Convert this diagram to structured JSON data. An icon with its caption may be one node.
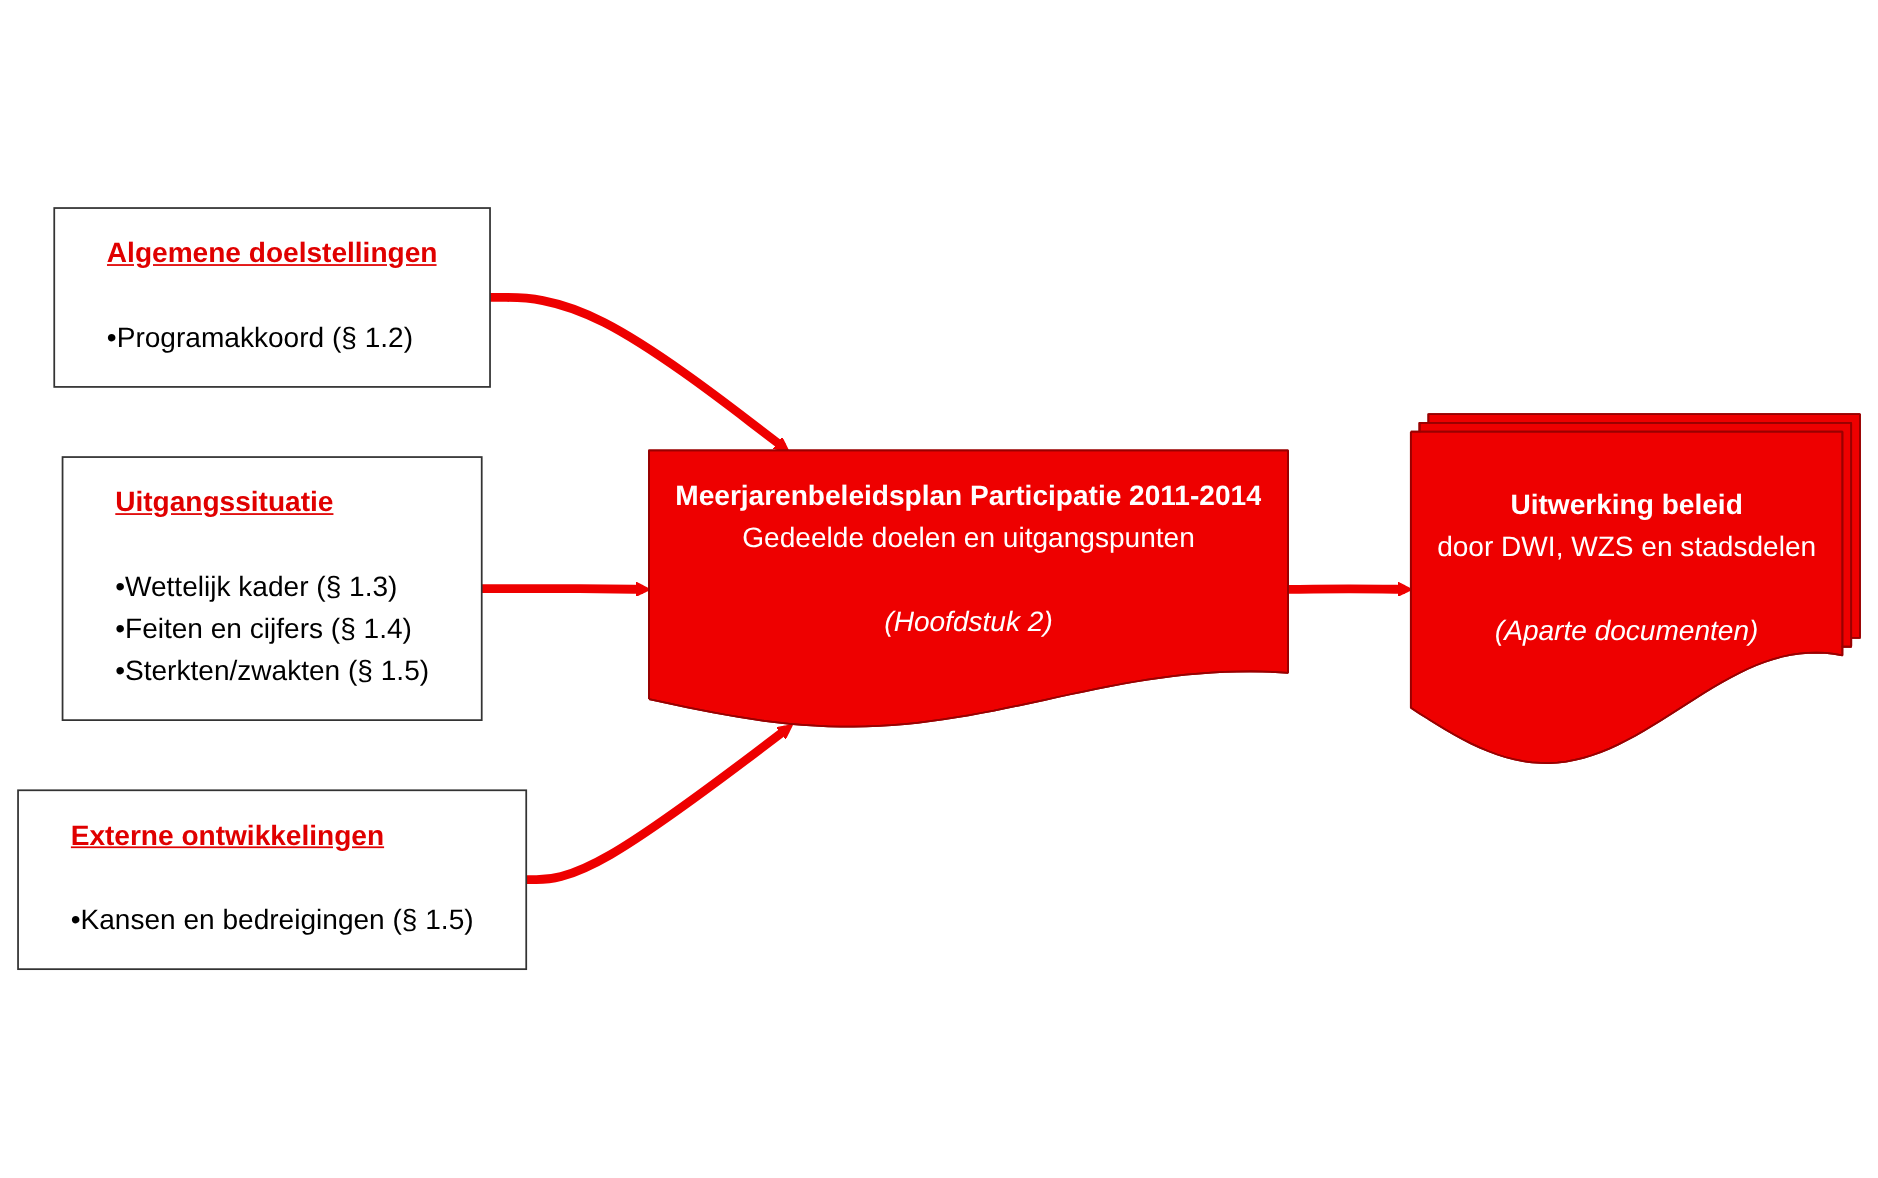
{
  "diagram": {
    "nodes": [
      {
        "text": [
          "Algemene doelstellingen",
          "•Programakkoord (§ 1.2)"
        ]
      },
      {
        "text": [
          "Uitgangssituatie",
          "•Wettelijk kader (§ 1.3)",
          "•Feiten en cijfers (§ 1.4)",
          "•Sterkten/zwakten (§ 1.5)"
        ]
      },
      {
        "text": [
          "Meerjarenbeleidsplan Participatie 2011-2014",
          "Gedeelde doelen en uitgangspunten",
          "(Hoofdstuk 2)"
        ]
      },
      {
        "text": [
          "Uitwerking beleid",
          "door DWI, WZS en stadsdelen",
          "(Aparte documenten)"
        ]
      },
      {
        "text": [
          "Externe ontwikkelingen",
          "•Kansen en bedreigingen (§ 1.5)"
        ]
      }
    ],
    "edges": [
      {
        "from": 0,
        "to": 2,
        "arrow": "to"
      },
      {
        "from": 1,
        "to": 2,
        "arrow": "to"
      },
      {
        "from": 2,
        "to": 3,
        "arrow": "to"
      },
      {
        "from": 4,
        "to": 2,
        "arrow": "to"
      }
    ]
  }
}
